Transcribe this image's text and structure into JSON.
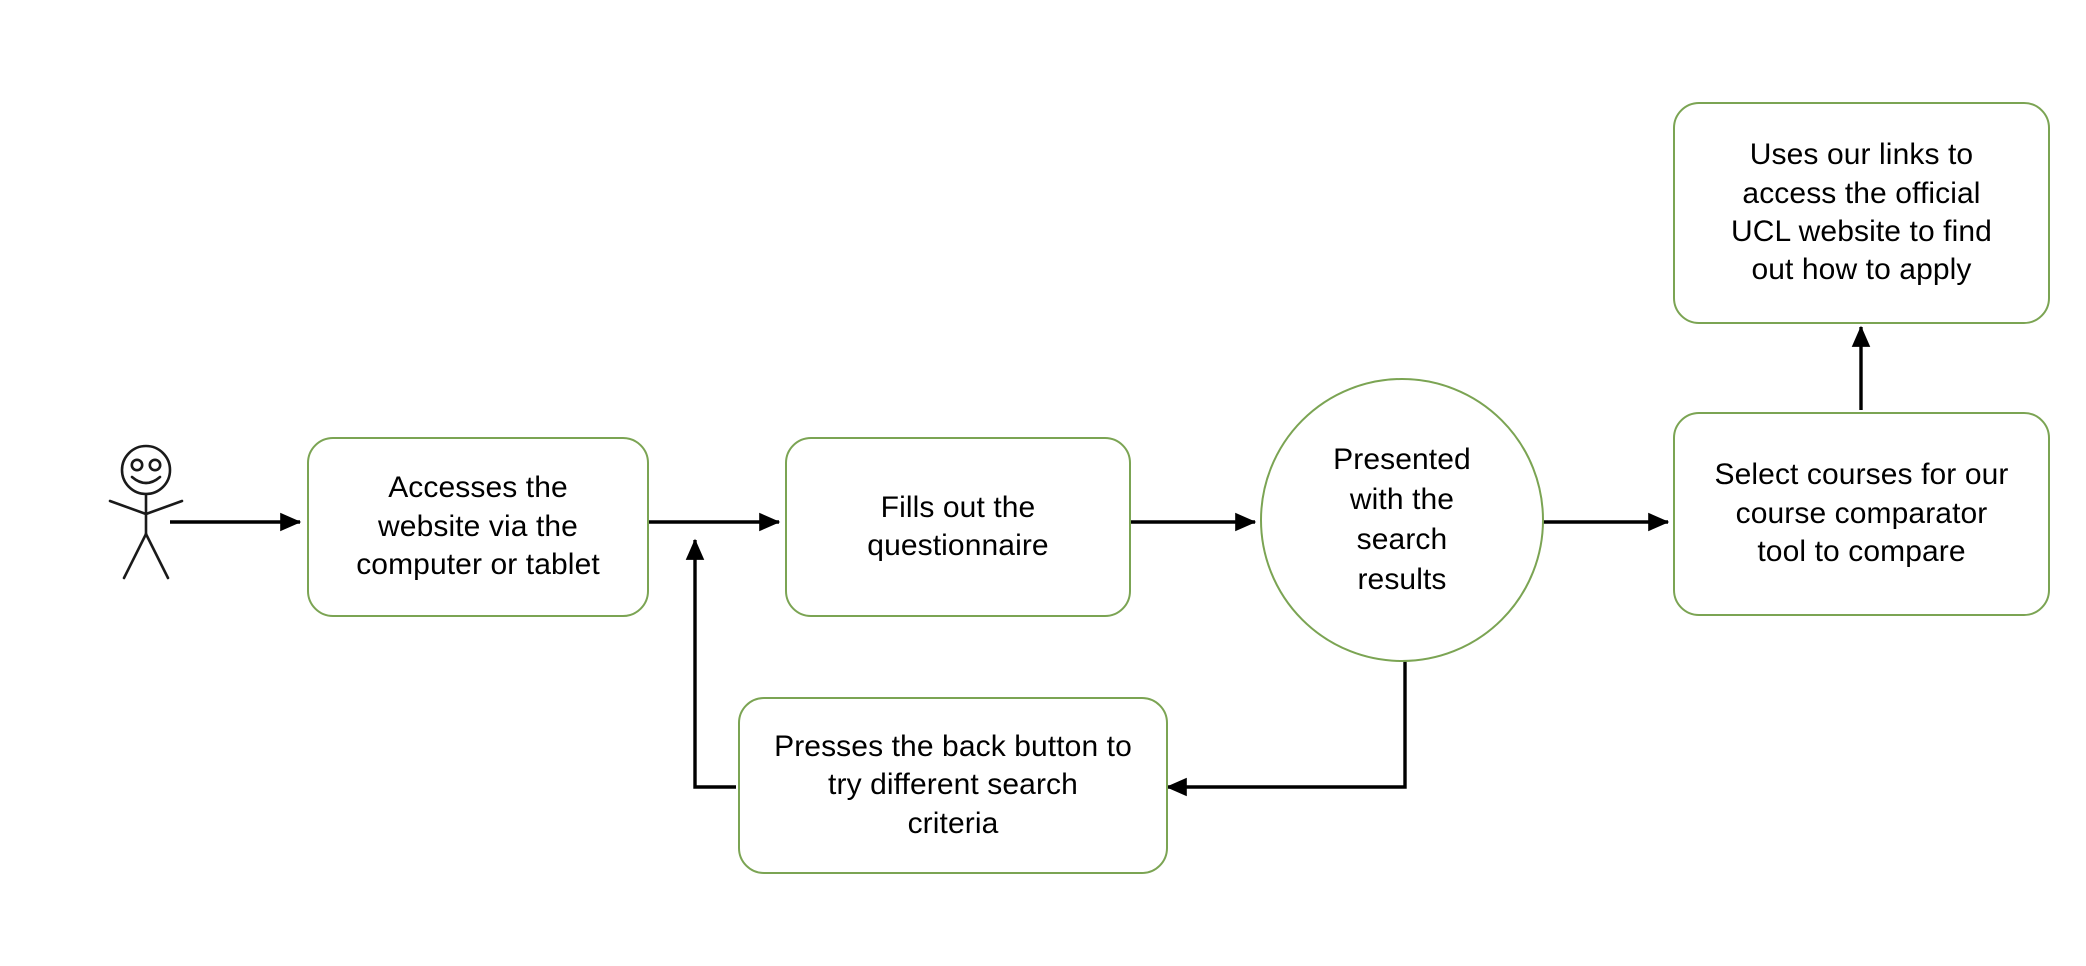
{
  "diagram": {
    "type": "flowchart",
    "title": "User journey flowchart",
    "background_color": "#FFFFFF",
    "node_border_color": "#7BA453",
    "edge_color": "#000000",
    "text_color": "#000000",
    "actor": {
      "name": "stick-figure-user",
      "shape": "stick-figure",
      "label": ""
    },
    "nodes": [
      {
        "id": "accesses-website",
        "shape": "rounded-rectangle",
        "label": "Accesses the\nwebsite via the\ncomputer or tablet"
      },
      {
        "id": "fills-questionnaire",
        "shape": "rounded-rectangle",
        "label": "Fills out the\nquestionnaire"
      },
      {
        "id": "search-results",
        "shape": "circle",
        "label": "Presented\nwith the\nsearch\nresults"
      },
      {
        "id": "select-courses",
        "shape": "rounded-rectangle",
        "label": "Select courses for our\ncourse comparator\ntool to compare"
      },
      {
        "id": "uses-links",
        "shape": "rounded-rectangle",
        "label": "Uses our links to\naccess the official\nUCL website to find\nout how to apply"
      },
      {
        "id": "presses-back",
        "shape": "rounded-rectangle",
        "label": "Presses the back button to\ntry different search\ncriteria"
      }
    ],
    "edges": [
      {
        "id": "actor-to-accesses",
        "from": "stick-figure-user",
        "to": "accesses-website",
        "label": "",
        "style": "straight-arrow"
      },
      {
        "id": "accesses-to-fills",
        "from": "accesses-website",
        "to": "fills-questionnaire",
        "label": "",
        "style": "straight-arrow"
      },
      {
        "id": "fills-to-results",
        "from": "fills-questionnaire",
        "to": "search-results",
        "label": "",
        "style": "straight-arrow"
      },
      {
        "id": "results-to-select",
        "from": "search-results",
        "to": "select-courses",
        "label": "",
        "style": "straight-arrow"
      },
      {
        "id": "select-to-uses-links",
        "from": "select-courses",
        "to": "uses-links",
        "label": "",
        "style": "straight-arrow-up"
      },
      {
        "id": "results-to-presses-back",
        "from": "search-results",
        "to": "presses-back",
        "label": "",
        "style": "elbow-arrow"
      },
      {
        "id": "presses-back-to-accesses",
        "from": "presses-back",
        "to": "accesses-to-fills",
        "label": "",
        "style": "elbow-arrow-up"
      }
    ]
  }
}
